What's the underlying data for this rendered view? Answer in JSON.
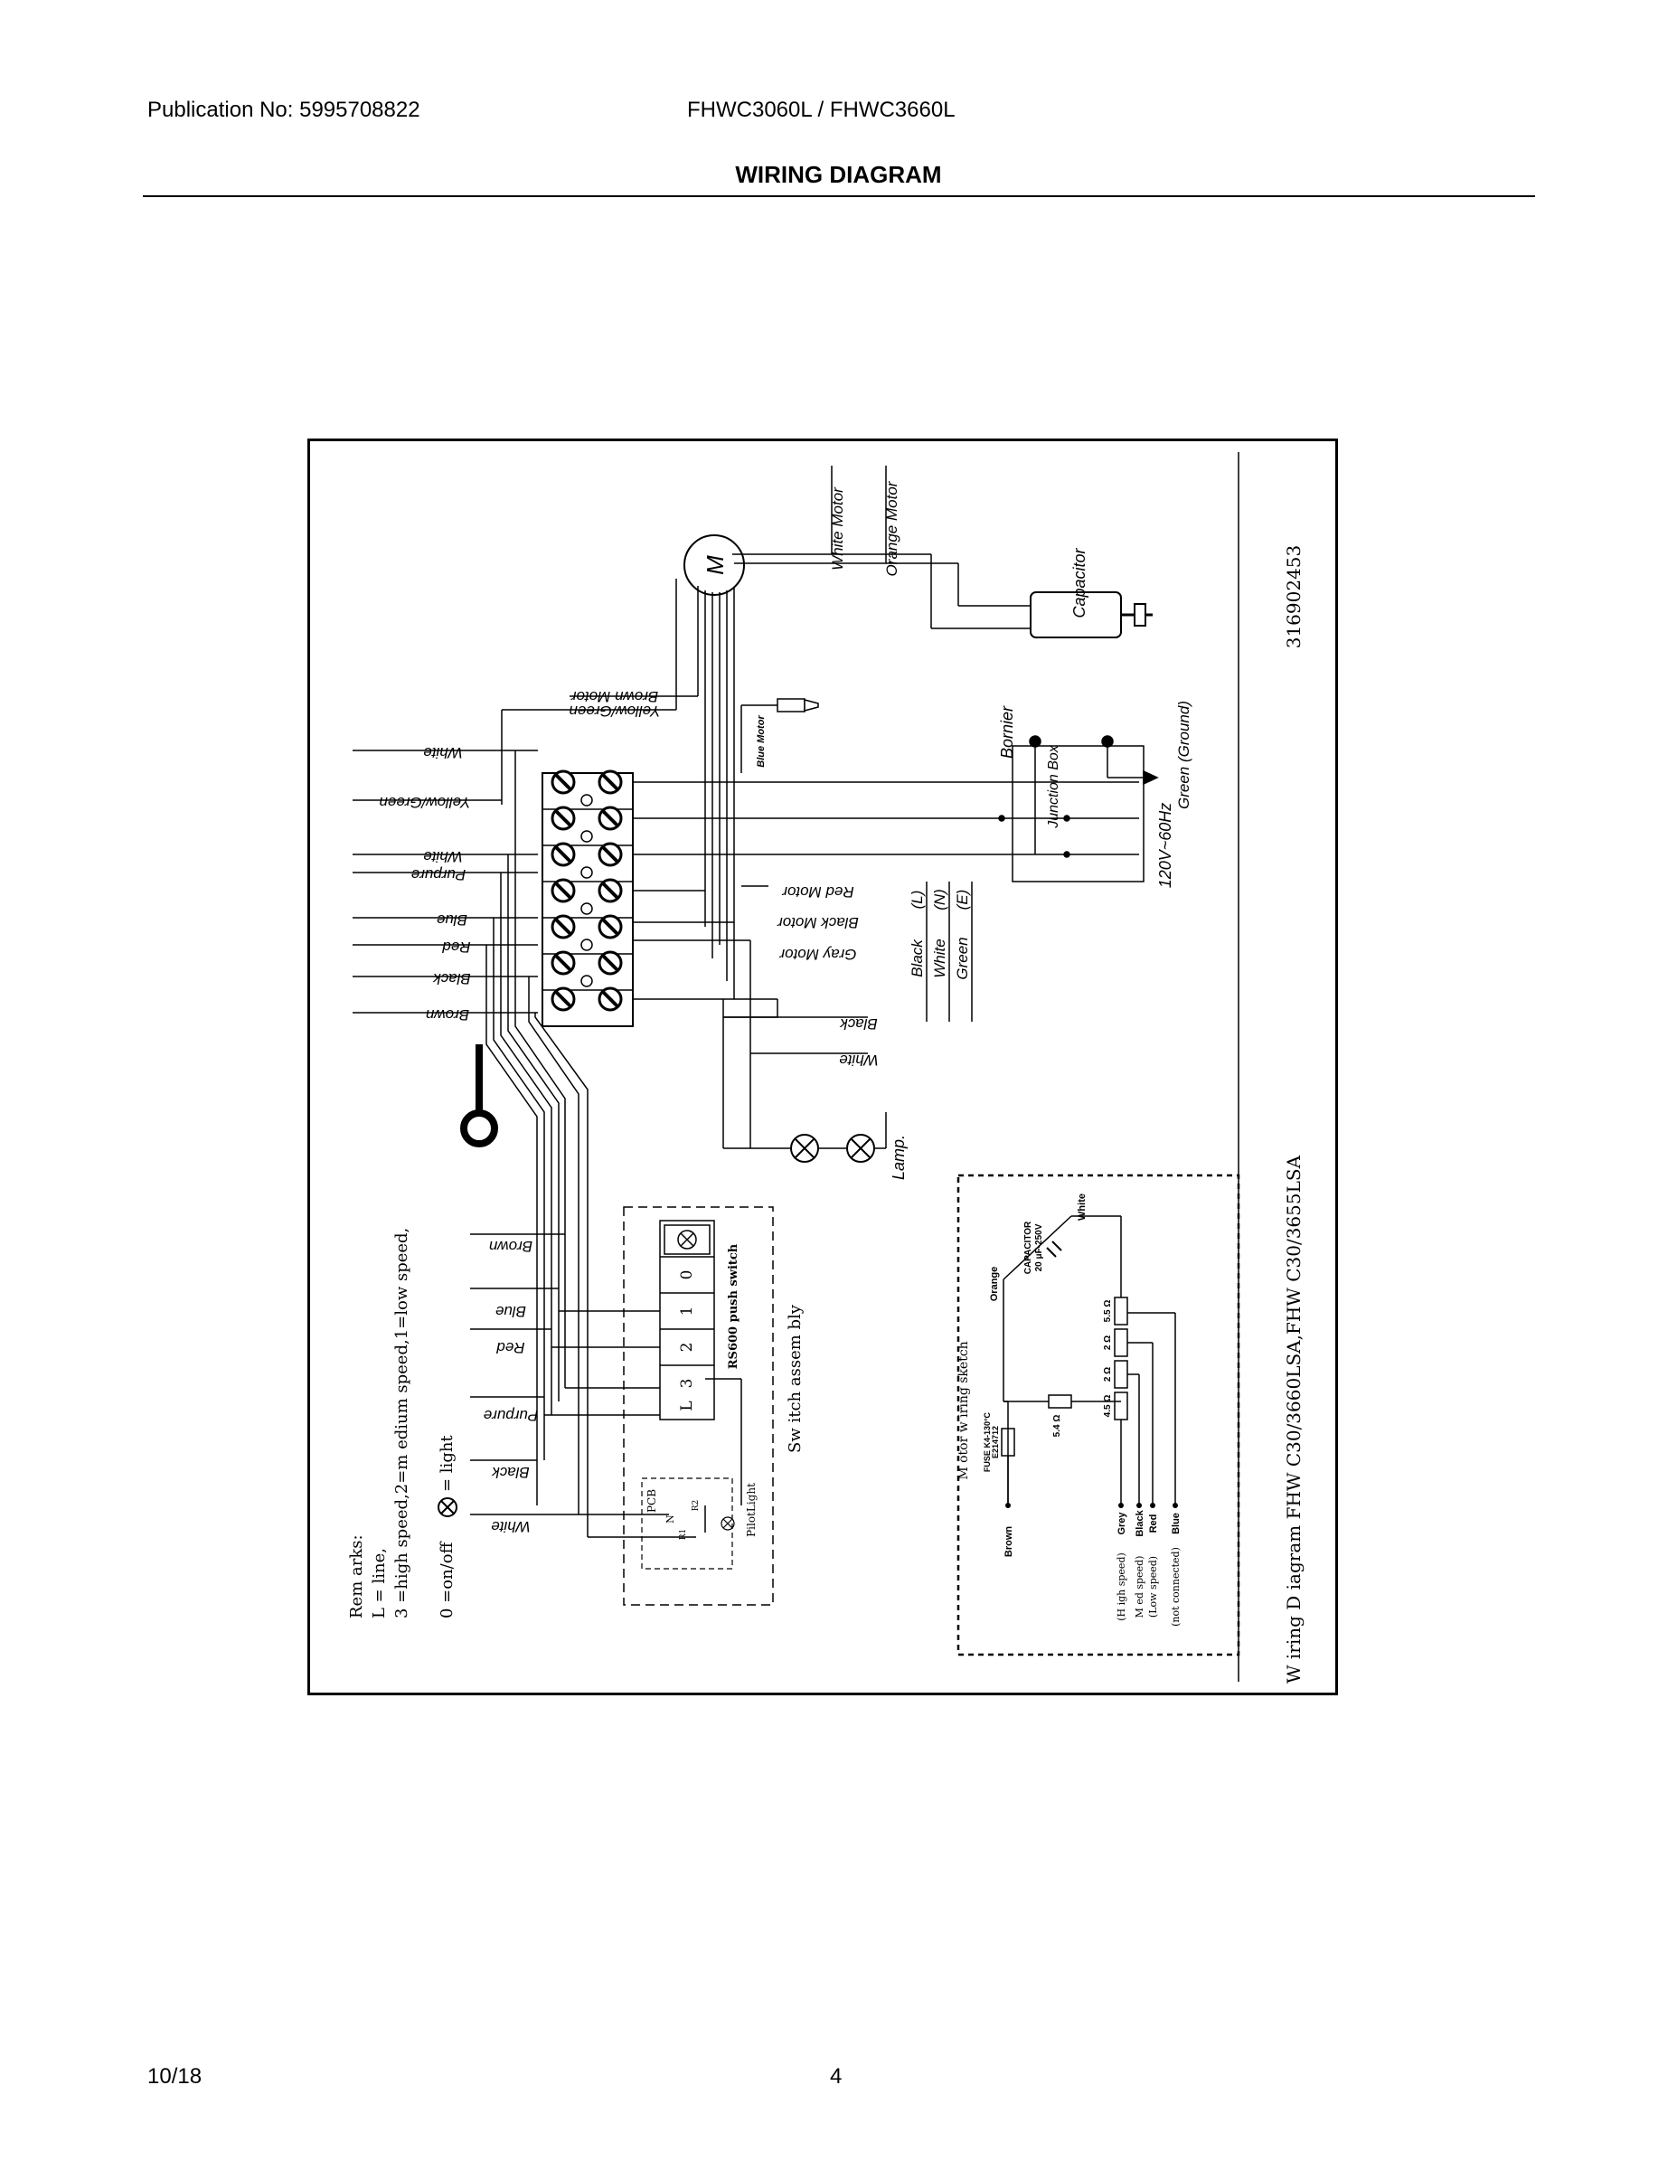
{
  "header": {
    "publication": "Publication No: 5995708822",
    "models": "FHWC3060L / FHWC3660L",
    "title": "WIRING DIAGRAM"
  },
  "footer": {
    "date": "10/18",
    "page": "4"
  },
  "diagram": {
    "part_number": "316902453",
    "caption": "W iring D iagram  FHW C30/3660LSA,FHW C30/3655LSA",
    "motor_symbol": "M",
    "motor_wires": [
      "White   Motor",
      "Orange  Motor"
    ],
    "capacitor": "Capacitor",
    "top_wires": [
      "Brown  Motor",
      "Yellow/Green"
    ],
    "left_wires": [
      "White",
      "Yellow/Green",
      "White",
      "Purpure",
      "Blue",
      "Red",
      "Black",
      "Brown"
    ],
    "blue_motor": "Blue Motor",
    "bornier": "Bornier",
    "junction_box": "Junction Box",
    "green_ground": "Green (Ground)",
    "supply": "120V~60Hz",
    "motor_right_wires": [
      "Red   Motor",
      "Black  Motor",
      "Gray  Motor"
    ],
    "legend_letters": [
      "(L)",
      "(N)",
      "(E)"
    ],
    "legend_colors": [
      "Black",
      "White",
      "Green"
    ],
    "lamp_wires": [
      "Black",
      "White"
    ],
    "lamp": "Lamp.",
    "switch_wires": [
      "Brown",
      "Blue",
      "Red",
      "Purpure",
      "Black",
      "White"
    ],
    "switch_keys": [
      "0",
      "1",
      "2",
      "3",
      "L"
    ],
    "switch_model": "RS600 push switch",
    "switch_assembly": "Sw itch assem bly",
    "pcb": "PCB",
    "pcb_n": "N",
    "pcb_r1": "R1",
    "pcb_r2": "R2",
    "pilot_light": "PilotLight",
    "remarks": [
      "Rem arks:",
      "L = line,",
      "3 =high speed,2=m edium  speed,1=low speed,",
      "0 =on/off",
      "= light"
    ],
    "sketch": {
      "title": "M otor w iring sketch",
      "capacitor": "CAPACITOR",
      "capacitor_value": "20 μF-250V",
      "white": "White",
      "orange": "Orange",
      "fuse": "FUSE K4-130°C",
      "fuse_part": "E214712",
      "resistors": [
        "5.5 Ω",
        "2 Ω",
        "2 Ω",
        "4.5 Ω",
        "5.4 Ω"
      ],
      "wires": [
        "Brown",
        "Grey",
        "Black",
        "Red",
        "Blue"
      ],
      "speeds": [
        "(H igh speed)",
        "M ed speed)",
        "(Low speed)",
        "(not connected)"
      ]
    }
  }
}
